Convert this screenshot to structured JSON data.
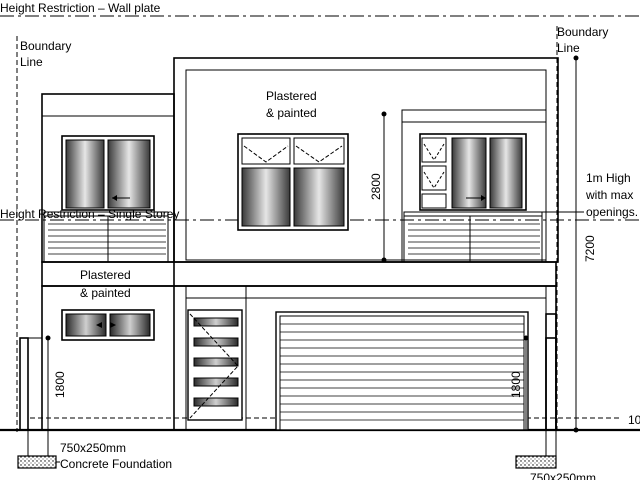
{
  "labels": {
    "wall_plate": "Height Restriction – Wall plate",
    "single_storey": "Height Restriction – Single Storey",
    "boundary_left_1": "Boundary",
    "boundary_left_2": "Line",
    "boundary_right_1": "Boundary",
    "boundary_right_2": "Line",
    "plaster_upper_1": "Plastered",
    "plaster_upper_2": "& painted",
    "plaster_lower_1": "Plastered",
    "plaster_lower_2": "& painted",
    "note_1": "1m High",
    "note_2": "with max",
    "note_3": "openings.",
    "footing_left_1": "750x250mm",
    "footing_left_2": "Concrete Foundation",
    "footing_right_1": "750x250mm",
    "edge_text": "10"
  },
  "dimensions": {
    "d2800": "2800",
    "d7200": "7200",
    "d1800_left": "1800",
    "d1800_right": "1800"
  }
}
